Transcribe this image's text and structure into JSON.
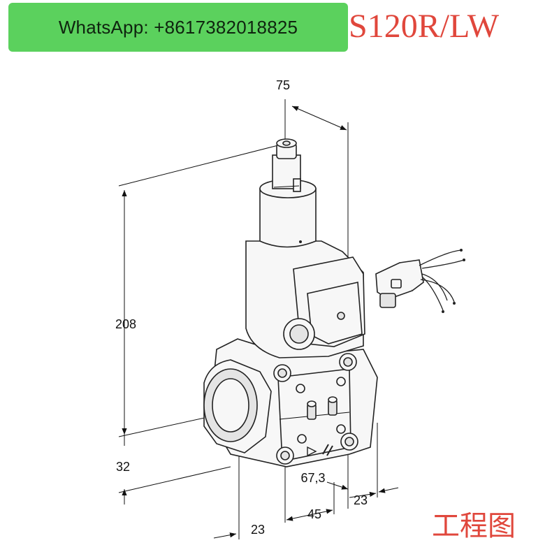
{
  "watermark": {
    "text": "WhatsApp: +8617382018825"
  },
  "title": {
    "model": "S120R/LW"
  },
  "caption": {
    "text": "工程图"
  },
  "dimensions": {
    "top_width": "75",
    "height": "208",
    "base": "32",
    "offset": "67,3",
    "width_45": "45",
    "side_23": "23",
    "bottom_23": "23"
  },
  "colors": {
    "badge": "#5bd15d",
    "accent_red": "#e0473c",
    "line": "#111111"
  }
}
